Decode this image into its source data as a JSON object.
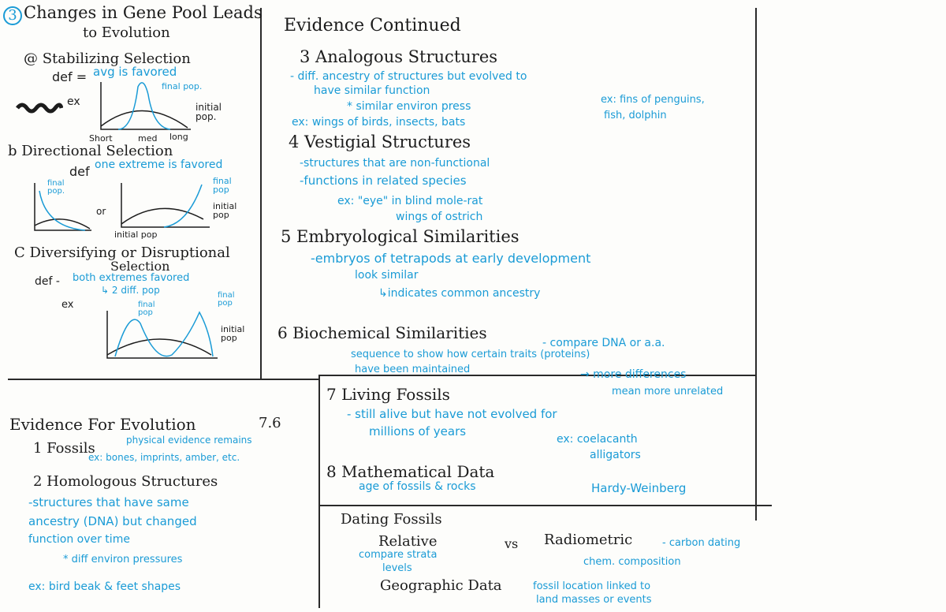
{
  "page": {
    "theme_colors": {
      "ink": "#1c1c1c",
      "accent": "#1a9bd6"
    }
  },
  "left": {
    "title_num": "3",
    "title1": "Changes in Gene Pool Leads",
    "title2": "to Evolution",
    "stab": {
      "heading": "@ Stabilizing Selection",
      "def_label": "def =",
      "def_text": "avg is favored",
      "final": "final pop.",
      "initial": "initial pop.",
      "ex": "ex",
      "ax_short": "Short",
      "ax_med": "med",
      "ax_long": "long"
    },
    "dir": {
      "heading": "b Directional Selection",
      "def_label": "def",
      "def_text": "one extreme is favored",
      "final_left": "final pop.",
      "final_right": "final pop",
      "initial_right": "initial pop",
      "or": "or",
      "initial_below": "initial pop"
    },
    "div": {
      "heading1": "C Diversifying or Disruptional",
      "heading2": "Selection",
      "def_label": "def -",
      "def_text": "both extremes favored",
      "def_sub": "↳ 2 diff. pop",
      "ex": "ex",
      "final_left": "final pop",
      "final_right": "final pop",
      "initial": "initial pop"
    }
  },
  "evidence": {
    "title": "Evidence For Evolution",
    "section": "7.6",
    "fossils_head": "1 Fossils",
    "fossils_text": "physical evidence remains",
    "fossils_ex": "ex: bones, imprints, amber, etc.",
    "homo_head": "2 Homologous Structures",
    "homo_1": "-structures that have same",
    "homo_2": "ancestry (DNA) but changed",
    "homo_3": "function over time",
    "homo_4": "* diff environ pressures",
    "homo_5": "ex: bird beak & feet shapes"
  },
  "continued": {
    "title": "Evidence Continued",
    "analog_head": "3 Analogous Structures",
    "analog_1": "- diff. ancestry of structures but evolved to",
    "analog_2": "have similar function",
    "analog_3": "* similar environ press",
    "analog_4": "ex: wings of birds, insects, bats",
    "analog_ex1": "ex: fins of penguins,",
    "analog_ex2": "fish, dolphin",
    "vest_head": "4 Vestigial Structures",
    "vest_1": "-structures that are non-functional",
    "vest_2": "-functions in related species",
    "vest_3": "ex: \"eye\" in blind mole-rat",
    "vest_4": "wings of ostrich",
    "emb_head": "5 Embryological Similarities",
    "emb_1": "-embryos of tetrapods at early development",
    "emb_2": "look similar",
    "emb_3": "↳indicates common ancestry",
    "bio_head": "6 Biochemical Similarities",
    "bio_1": "- compare DNA or a.a.",
    "bio_2": "sequence to show how certain traits (proteins)",
    "bio_3": "have been maintained",
    "bio_4": "→ more differences",
    "bio_5": "mean more unrelated",
    "living_head": "7 Living Fossils",
    "living_1": "- still alive but have not evolved for",
    "living_2": "millions of years",
    "living_ex1": "ex: coelacanth",
    "living_ex2": "alligators",
    "math_head": "8 Mathematical Data",
    "math_1": "age of fossils & rocks",
    "math_2": "Hardy-Weinberg",
    "dating_head": "Dating Fossils",
    "relative": "Relative",
    "vs": "vs",
    "radiometric": "Radiometric",
    "radio_1": "- carbon dating",
    "radio_2": "chem. composition",
    "rel_1": "compare strata",
    "rel_2": "levels",
    "geo": "Geographic Data",
    "geo_1": "fossil location linked to",
    "geo_2": "land masses or events"
  }
}
